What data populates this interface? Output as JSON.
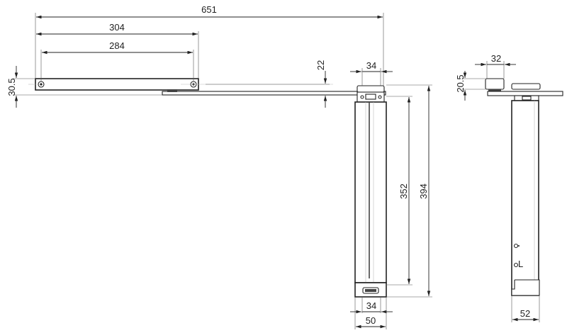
{
  "drawing": {
    "subject": "door closer with slide arm",
    "dimensions": {
      "overall_length": "651",
      "arm_length": "304",
      "arm_hole_spacing": "284",
      "arm_height": "30.5",
      "arm_offset": "22",
      "body_top_width": "34",
      "inner_height": "352",
      "overall_height": "394",
      "body_bottom_inner": "34",
      "body_width": "50",
      "side_top_width": "32",
      "side_top_height": "20.5",
      "side_depth": "52"
    },
    "colors": {
      "line": "#222222",
      "background": "#ffffff",
      "guide": "#bbbbbb"
    }
  }
}
